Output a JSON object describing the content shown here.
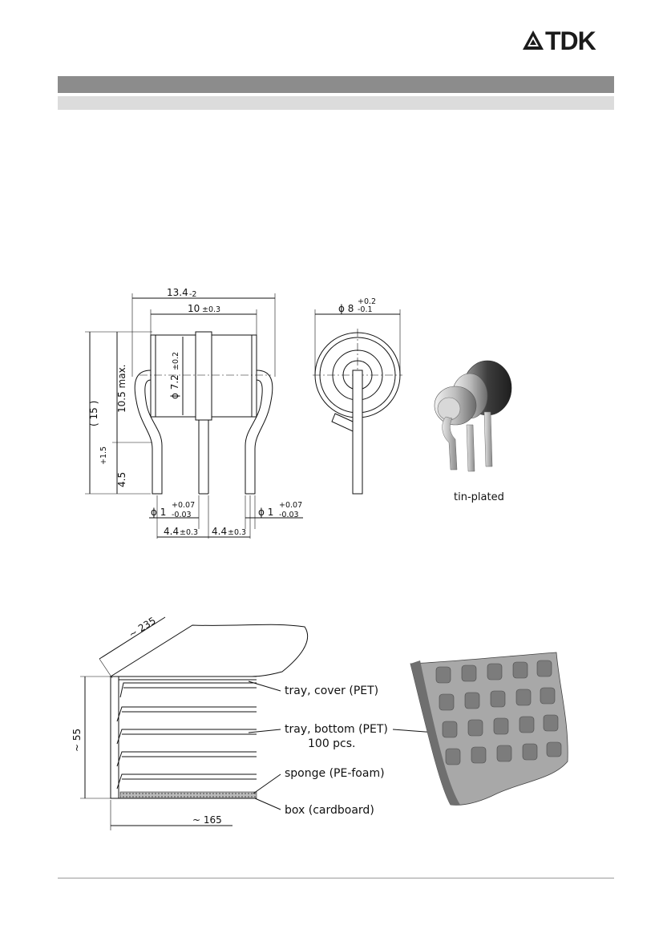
{
  "header": {
    "brand": "TDK",
    "logo_icon": "tdk-triangle-logo-icon"
  },
  "dimension_drawing": {
    "overall_length": "13.4",
    "overall_length_tol": "-2",
    "body_length": "10",
    "body_length_tol": "±0.3",
    "height_total": "( 15 )",
    "height_body": "10.5 max.",
    "lead_len": "4.5",
    "lead_len_tol": "+1.5",
    "inner_dia": "ϕ 7.2",
    "inner_dia_tol": "±0.2",
    "outer_dia": "ϕ 8",
    "outer_dia_tol_plus": "+0.2",
    "outer_dia_tol_minus": "-0.1",
    "lead_dia_left": "ϕ 1",
    "lead_dia_left_plus": "+0.07",
    "lead_dia_left_minus": "-0.03",
    "lead_dia_right": "ϕ 1",
    "lead_dia_right_plus": "+0.07",
    "lead_dia_right_minus": "-0.03",
    "pitch_left": "4.4",
    "pitch_left_tol": "±0.3",
    "pitch_right": "4.4",
    "pitch_right_tol": "±0.3",
    "finish": "tin-plated"
  },
  "packaging_drawing": {
    "depth": "~ 235",
    "height": "~ 55",
    "width": "~ 165",
    "label_cover": "tray, cover (PET)",
    "label_bottom": "tray, bottom (PET)",
    "label_pcs": "100 pcs.",
    "label_sponge": "sponge (PE-foam)",
    "label_box": "box (cardboard)"
  }
}
